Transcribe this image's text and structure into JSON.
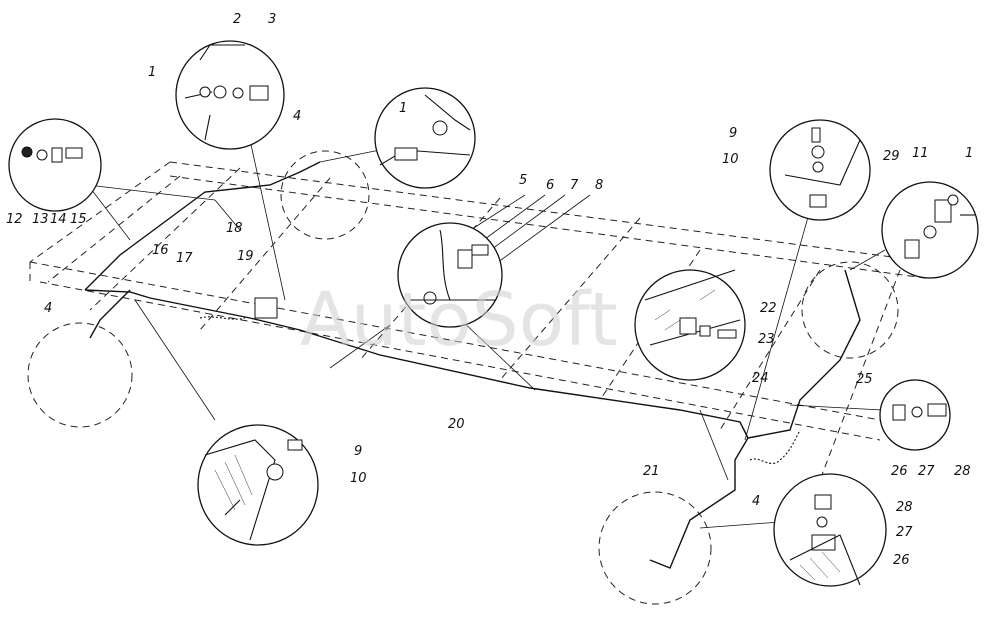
{
  "watermark": "AutoSoft",
  "callouts": {
    "c1a": "1",
    "c2": "2",
    "c3": "3",
    "c4a": "4",
    "c1b": "1",
    "c12": "12",
    "c13": "13",
    "c14": "14",
    "c15": "15",
    "c18": "18",
    "c4b": "4",
    "c16": "16",
    "c17": "17",
    "c19": "19",
    "c5": "5",
    "c6": "6",
    "c7": "7",
    "c8": "8",
    "c9a": "9",
    "c10a": "10",
    "c20": "20",
    "c9b": "9",
    "c10b": "10",
    "c29": "29",
    "c11": "11",
    "c1c": "1",
    "c22": "22",
    "c23": "23",
    "c24": "24",
    "c25": "25",
    "c26a": "26",
    "c27a": "27",
    "c28a": "28",
    "c21": "21",
    "c4c": "4",
    "c28b": "28",
    "c27b": "27",
    "c26b": "26"
  }
}
